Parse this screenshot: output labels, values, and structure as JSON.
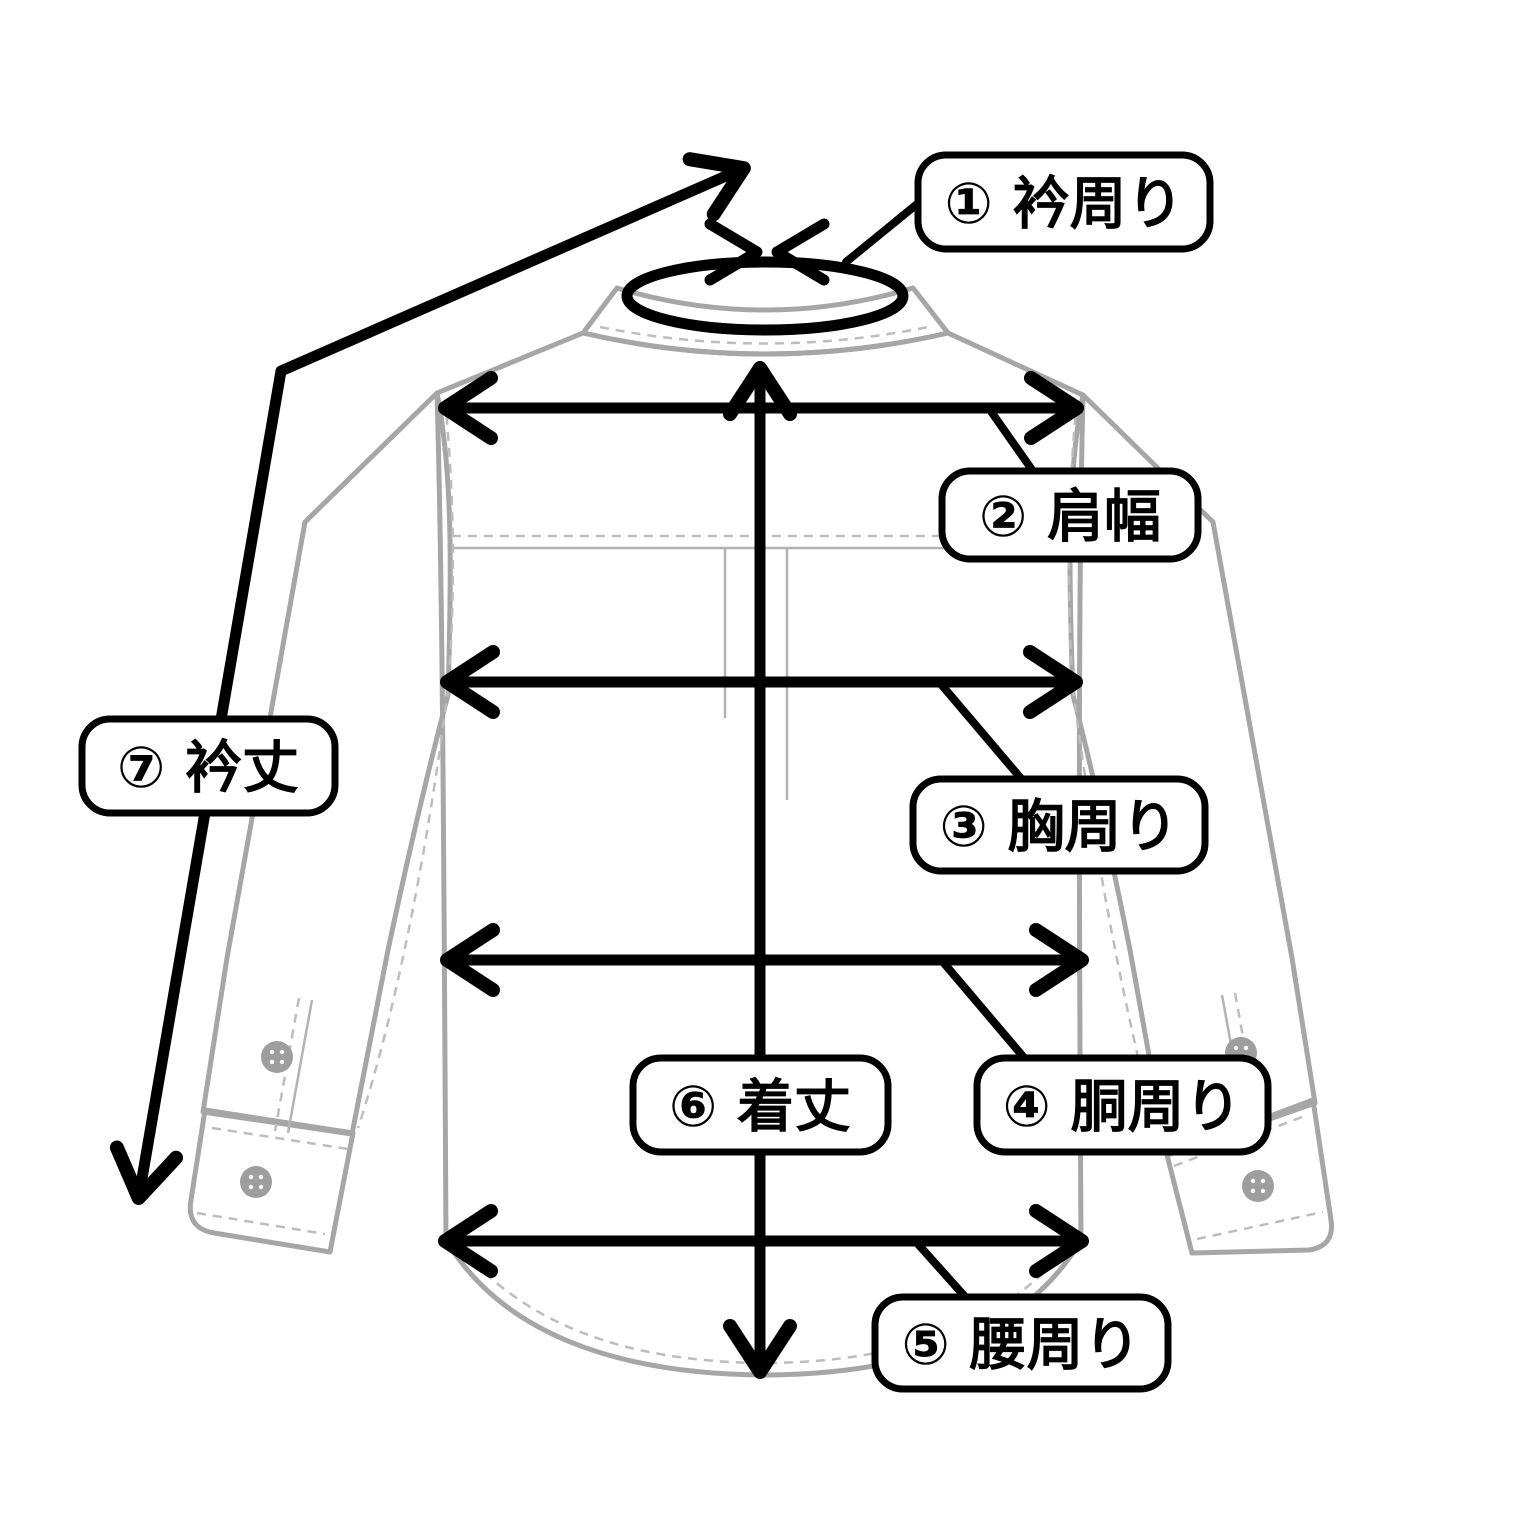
{
  "diagram": {
    "kind": "shirt-measurement-guide",
    "language": "ja",
    "labels": [
      {
        "text": "① 衿周り"
      },
      {
        "text": "② 肩幅"
      },
      {
        "text": "③ 胸周り"
      },
      {
        "text": "④ 胴周り"
      },
      {
        "text": "⑤ 腰周り"
      },
      {
        "text": "⑥ 着丈"
      },
      {
        "text": "⑦ 衿丈"
      }
    ]
  },
  "colors": {
    "background": "#ffffff",
    "shirt_fill": "#f2f2f2",
    "shirt_outline": "#a6a6a6",
    "stitch_line": "#bdbdbd",
    "measure_line": "#000000",
    "label_fill": "#ffffff",
    "label_border": "#000000",
    "button": "#9e9e9e"
  }
}
